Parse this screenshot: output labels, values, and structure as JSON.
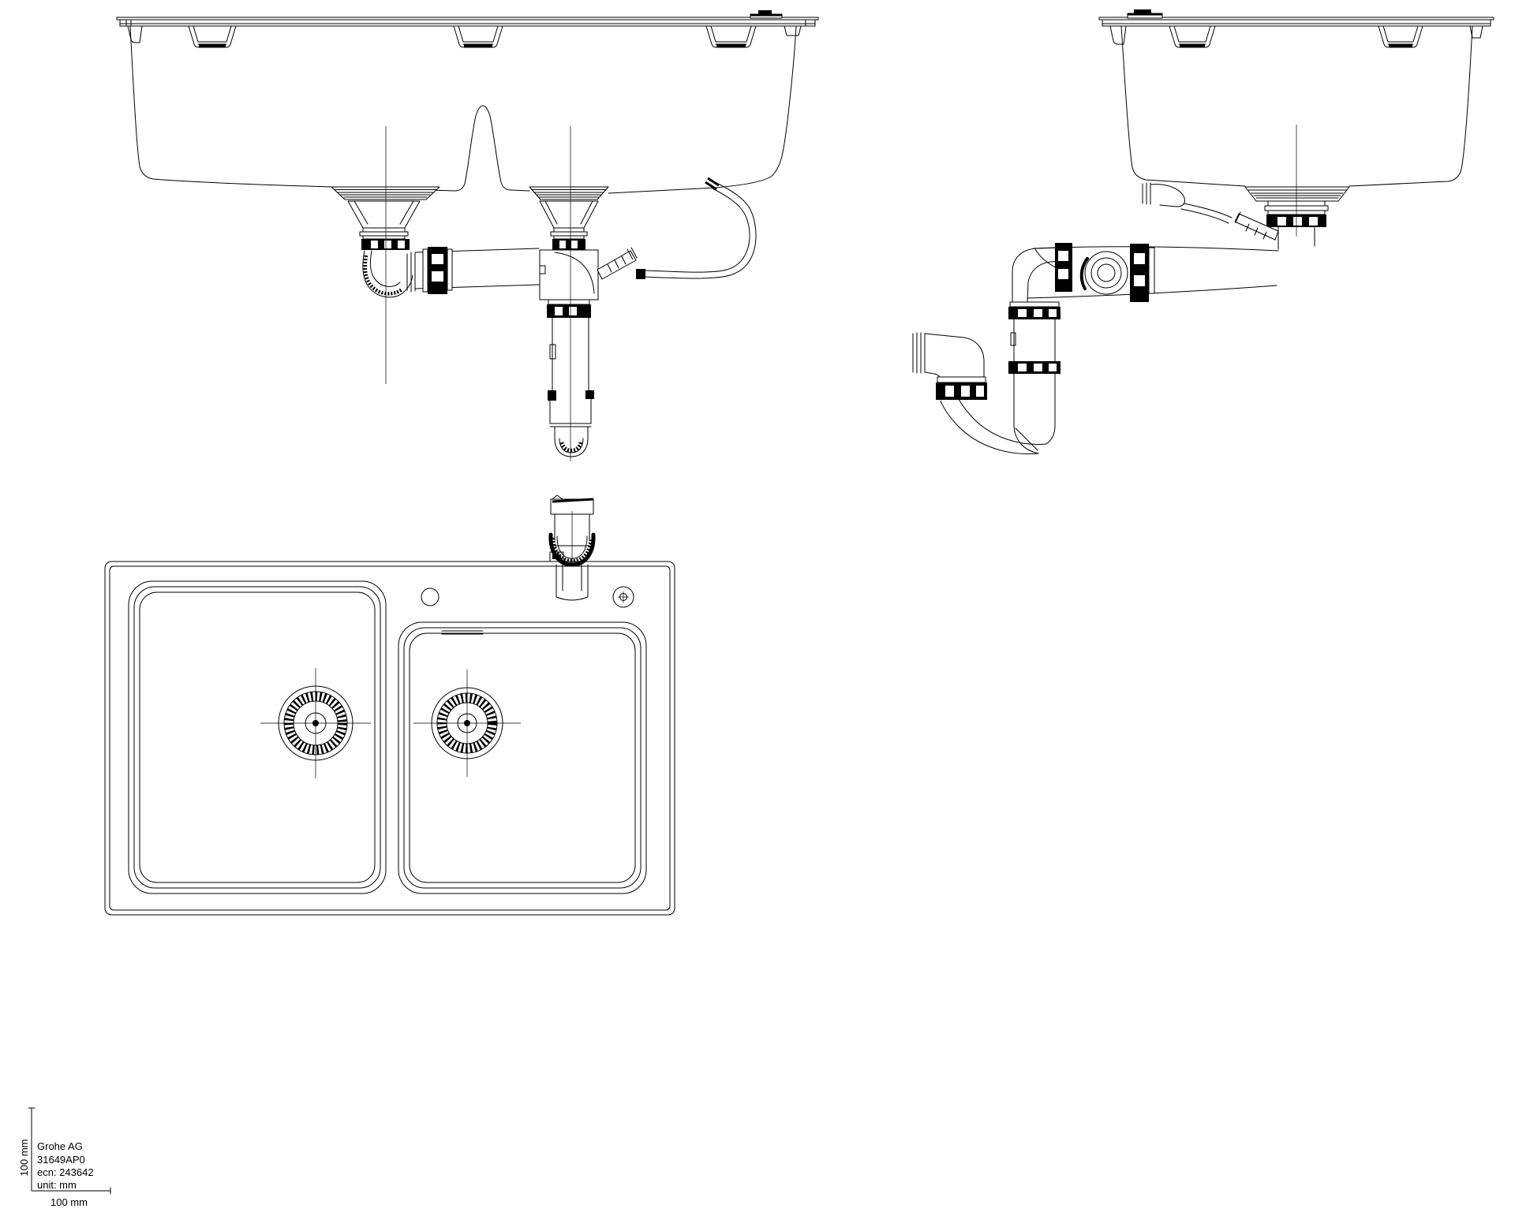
{
  "title_block": {
    "company": "Grohe AG",
    "product_code": "31649AP0",
    "ecn": "ecn: 243642",
    "unit": "unit: mm"
  },
  "scale": {
    "vertical_label": "100 mm",
    "horizontal_label": "100 mm"
  },
  "colors": {
    "line": "#000000",
    "background": "#ffffff"
  }
}
